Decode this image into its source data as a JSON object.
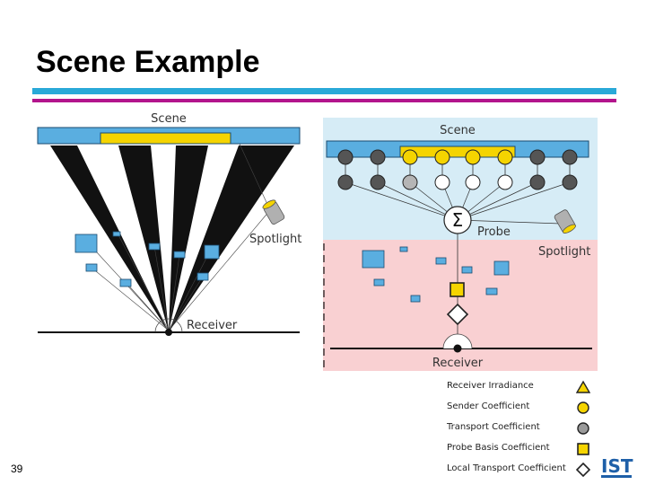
{
  "slide": {
    "title": "Scene Example",
    "page_number": "39"
  },
  "left_diagram": {
    "scene_label": "Scene",
    "spotlight_label": "Spotlight",
    "receiver_label": "Receiver"
  },
  "right_diagram": {
    "scene_label": "Scene",
    "probe_label": "Probe",
    "sum_symbol": "Σ",
    "spotlight_label": "Spotlight",
    "receiver_label": "Receiver"
  },
  "legend": {
    "items": [
      {
        "label": "Receiver Irradiance",
        "shape": "triangle",
        "color": "#f5d400"
      },
      {
        "label": "Sender Coefficient",
        "shape": "circle",
        "color": "#f5d400"
      },
      {
        "label": "Transport Coefficient",
        "shape": "circle",
        "color": "#9a9a9a"
      },
      {
        "label": "Probe Basis Coefficient",
        "shape": "square",
        "color": "#f5d400"
      },
      {
        "label": "Local Transport Coefficient",
        "shape": "diamond",
        "color": "#ffffff"
      }
    ]
  },
  "logo": {
    "text": "IST"
  },
  "colors": {
    "scene_blue": "#5aaee0",
    "highlight_yellow": "#f5d400",
    "probe_region_blue": "#d6ecf6",
    "receiver_region_pink": "#f9d0d2",
    "accent_bar": "#29a9d8",
    "accent_bar_2": "#b3148c"
  }
}
